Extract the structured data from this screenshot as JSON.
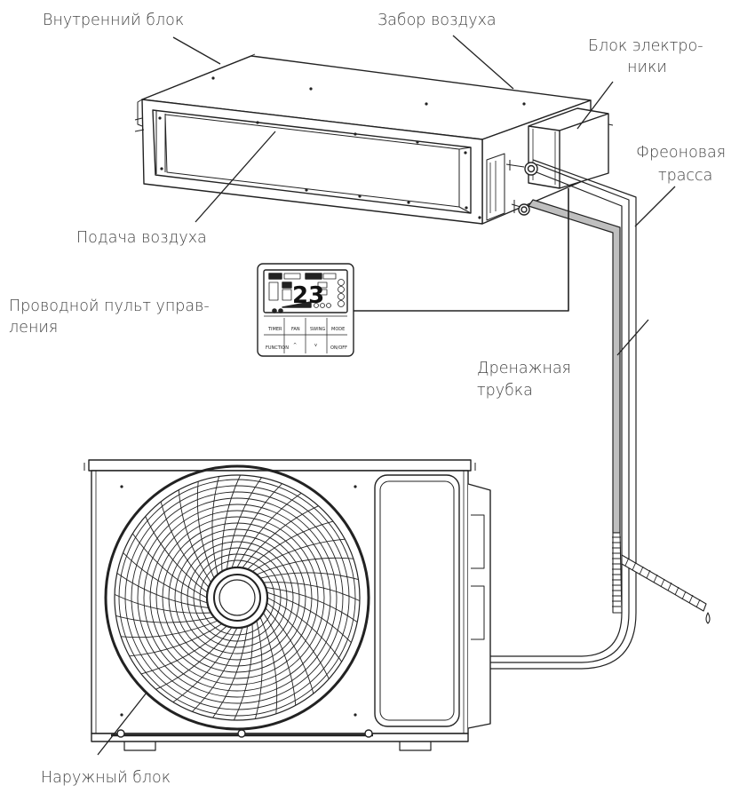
{
  "labels": {
    "indoor_unit": "Внутренний блок",
    "air_intake": "Забор воздуха",
    "electronics_box_line1": "Блок электро-",
    "electronics_box_line2": "ники",
    "freon_line_line1": "Фреоновая",
    "freon_line_line2": "трасса",
    "air_supply": "Подача воздуха",
    "wired_remote_line1": "Проводной пульт управ-",
    "wired_remote_line2": "ления",
    "drain_pipe_line1": "Дренажная",
    "drain_pipe_line2": "трубка",
    "outdoor_unit": "Наружный блок"
  },
  "remote": {
    "temperature": "23",
    "buttons": {
      "timer": "TIMER",
      "fan": "FAN",
      "swing": "SWING",
      "mode": "MODE",
      "function": "FUNCTION",
      "onoff": "ON/OFF",
      "up": "^",
      "down": "v"
    }
  },
  "colors": {
    "line": "#222222",
    "text": "#444444",
    "drain_fill": "#bfbfbf"
  }
}
